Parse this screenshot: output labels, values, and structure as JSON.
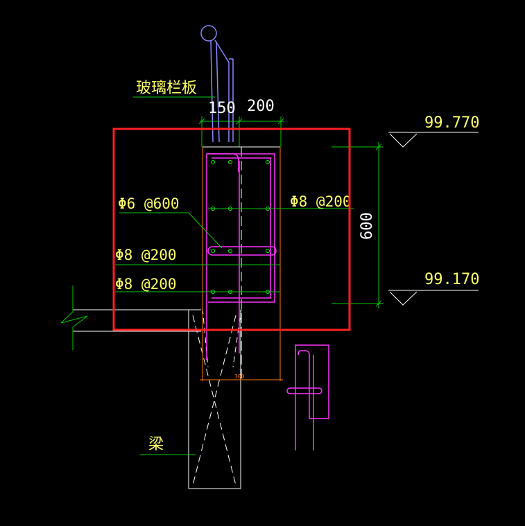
{
  "labels": {
    "glass_railing": "玻璃栏板",
    "beam": "梁",
    "rebar_a": "Φ6 @600",
    "rebar_b": "Φ8 @200",
    "rebar_c": "Φ8 @200",
    "rebar_d": "Φ8 @200"
  },
  "dimensions": {
    "left_width": "150",
    "right_width": "200",
    "height": "600",
    "bottom_width": "300"
  },
  "elevations": {
    "top": "99.770",
    "bottom": "99.170"
  },
  "colors": {
    "background": "#000000",
    "highlight": "#ff2020",
    "rebar": "#ff33ff",
    "dimension": "#00cc00",
    "text": "#ffff66",
    "railing": "#8888ff",
    "structure": "#ffffff",
    "accent": "#ff7700"
  }
}
